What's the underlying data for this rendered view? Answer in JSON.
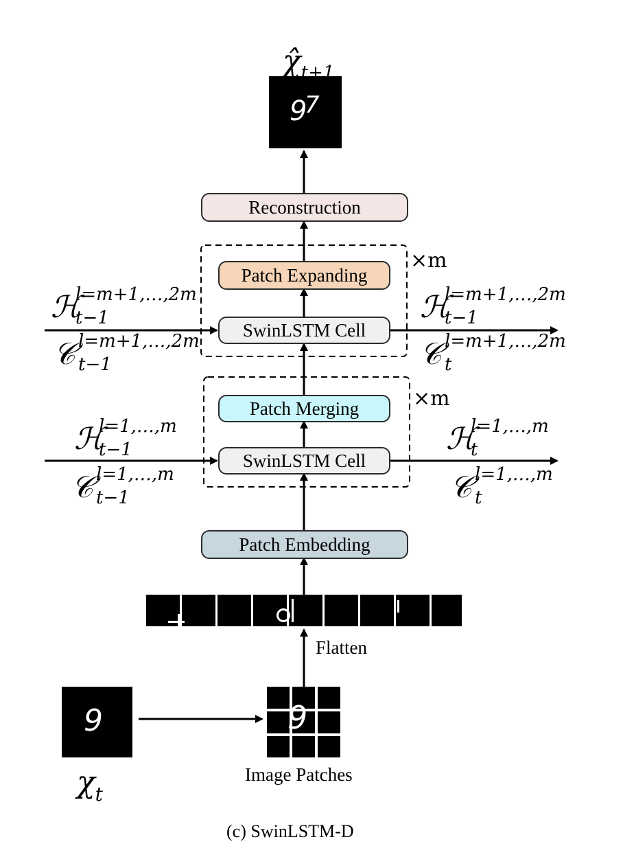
{
  "blocks": {
    "reconstruction": "Reconstruction",
    "patch_expanding": "Patch Expanding",
    "swin_cell_top": "SwinLSTM Cell",
    "patch_merging": "Patch Merging",
    "swin_cell_bottom": "SwinLSTM Cell",
    "patch_embedding": "Patch Embedding"
  },
  "repeat_top": "×m",
  "repeat_bottom": "×m",
  "labels": {
    "flatten": "Flatten",
    "image_patches": "Image Patches",
    "caption": "(c) SwinLSTM-D"
  },
  "math": {
    "output_base": "χ̂",
    "output_sub": "t+1",
    "input_base": "χ",
    "input_sub": "t",
    "h_in_top_sup": "l=m+1,…,2m",
    "h_in_top_sub": "t−1",
    "c_in_top_sup": "l=m+1,…,2m",
    "c_in_top_sub": "t−1",
    "h_out_top_sup": "l=m+1,…,2m",
    "h_out_top_sub": "t−1",
    "c_out_top_sup": "l=m+1,…,2m",
    "c_out_top_sub": "t",
    "h_in_bot_sup": "l=1,…,m",
    "h_in_bot_sub": "t−1",
    "c_in_bot_sup": "l=1,…,m",
    "c_in_bot_sub": "t−1",
    "h_out_bot_sup": "l=1,…,m",
    "h_out_bot_sub": "t",
    "c_out_bot_sup": "l=1,…,m",
    "c_out_bot_sub": "t",
    "h_symbol": "ℋ",
    "c_symbol": "𝒞"
  },
  "colors": {
    "reconstruction_fill": "#f3e6e4",
    "patch_expanding_fill": "#f6d5b8",
    "swin_cell_fill": "#f0f0f0",
    "patch_merging_fill": "#c9f6fb",
    "patch_embedding_fill": "#c8d6de"
  }
}
